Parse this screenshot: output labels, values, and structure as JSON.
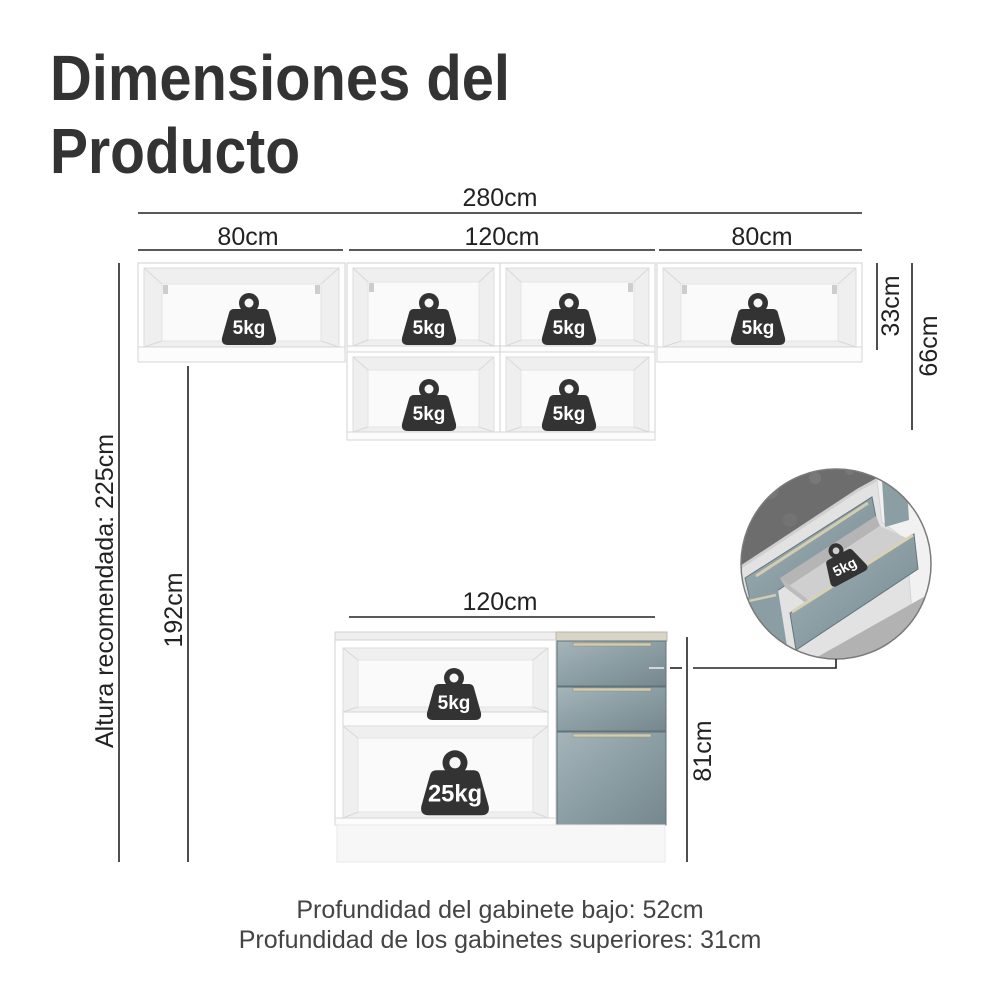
{
  "title": {
    "line1": "Dimensiones del",
    "line2": "Producto"
  },
  "dimensions": {
    "total_width": "280cm",
    "upper_left_width": "80cm",
    "upper_center_width": "120cm",
    "upper_right_width": "80cm",
    "upper_cabinet_height": "33cm",
    "upper_center_height": "66cm",
    "recommended_height": "Altura recomendada: 225cm",
    "mount_height": "192cm",
    "base_width": "120cm",
    "base_height": "81cm"
  },
  "load_limits": {
    "upper_left": "5kg",
    "upper_center_top_left": "5kg",
    "upper_center_top_right": "5kg",
    "upper_right": "5kg",
    "upper_center_bottom_left": "5kg",
    "upper_center_bottom_right": "5kg",
    "base_shelf": "5kg",
    "base_floor": "25kg",
    "drawer": "5kg"
  },
  "depths": {
    "base": "Profundidad del gabinete bajo: 52cm",
    "upper": "Profundidad de los gabinetes superiores: 31cm"
  },
  "icons": {
    "load": "kettlebell-weight-icon"
  },
  "colors": {
    "title": "#333333",
    "text": "#222222",
    "subtext": "#444444",
    "weight_icon": "#333333",
    "drawer_front": "#8b9ea4",
    "countertop": "#6d6d6d"
  }
}
